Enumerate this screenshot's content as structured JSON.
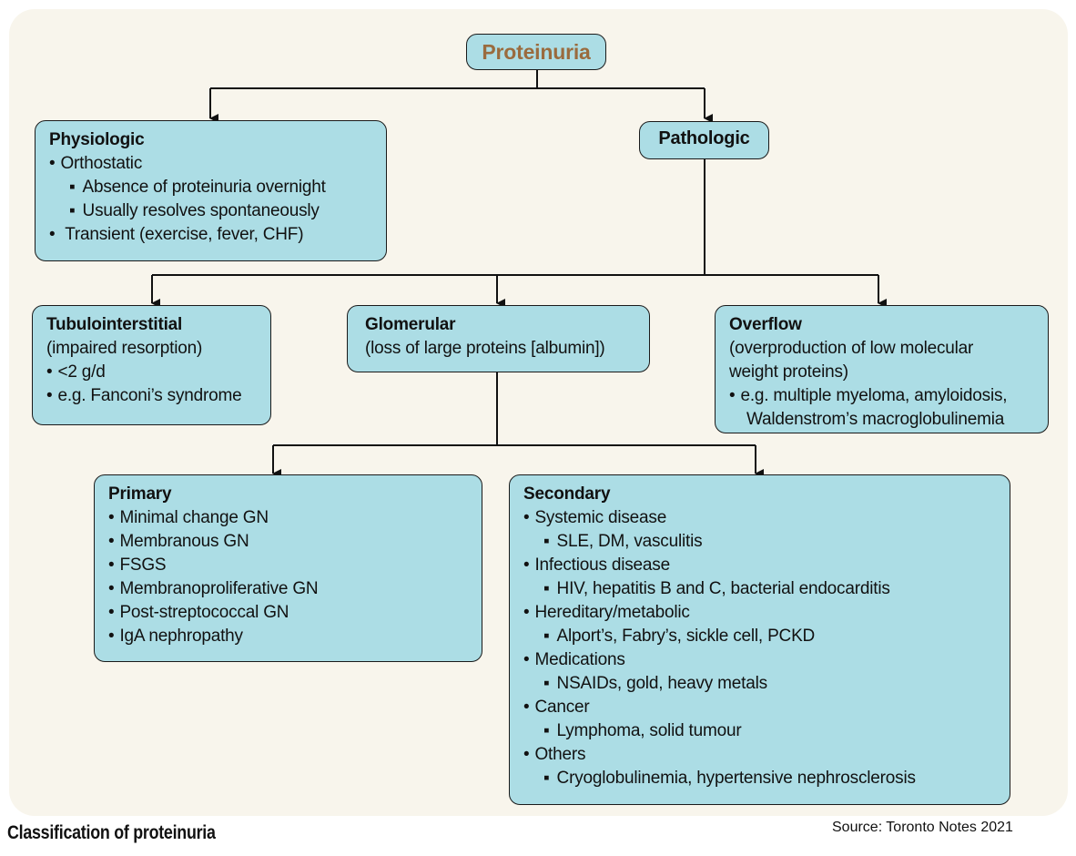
{
  "root": {
    "label": "Proteinuria",
    "color": "#9a6b3e"
  },
  "physiologic": {
    "title": "Physiologic",
    "items": [
      {
        "type": "bullet",
        "text": "Orthostatic"
      },
      {
        "type": "sub",
        "text": "Absence of proteinuria overnight"
      },
      {
        "type": "sub",
        "text": "Usually resolves spontaneously"
      },
      {
        "type": "bullet",
        "text": " Transient (exercise, fever, CHF)"
      }
    ]
  },
  "pathologic": {
    "title": "Pathologic"
  },
  "tubulointerstitial": {
    "title": "Tubulointerstitial",
    "items": [
      {
        "type": "plain",
        "text": "(impaired resorption)"
      },
      {
        "type": "bullet",
        "text": "<2 g/d"
      },
      {
        "type": "bullet",
        "text": "e.g. Fanconi’s syndrome"
      }
    ]
  },
  "glomerular": {
    "title": "Glomerular",
    "items": [
      {
        "type": "plain",
        "text": "(loss of large proteins [albumin])"
      }
    ]
  },
  "overflow": {
    "title": "Overflow",
    "items": [
      {
        "type": "plain",
        "text": "(overproduction of low molecular"
      },
      {
        "type": "plain",
        "text": "weight proteins)"
      },
      {
        "type": "bullet",
        "text": "e.g. multiple myeloma, amyloidosis,"
      },
      {
        "type": "cont",
        "text": "Waldenstrom’s macroglobulinemia"
      }
    ]
  },
  "primary": {
    "title": "Primary",
    "items": [
      {
        "type": "bullet",
        "text": "Minimal change GN"
      },
      {
        "type": "bullet",
        "text": "Membranous GN"
      },
      {
        "type": "bullet",
        "text": "FSGS"
      },
      {
        "type": "bullet",
        "text": "Membranoproliferative GN"
      },
      {
        "type": "bullet",
        "text": "Post-streptococcal GN"
      },
      {
        "type": "bullet",
        "text": "IgA nephropathy"
      }
    ]
  },
  "secondary": {
    "title": "Secondary",
    "items": [
      {
        "type": "bullet",
        "text": "Systemic disease"
      },
      {
        "type": "sub",
        "text": "SLE, DM, vasculitis"
      },
      {
        "type": "bullet",
        "text": "Infectious disease"
      },
      {
        "type": "sub",
        "text": "HIV, hepatitis B and C, bacterial endocarditis"
      },
      {
        "type": "bullet",
        "text": "Hereditary/metabolic"
      },
      {
        "type": "sub",
        "text": "Alport’s, Fabry’s, sickle cell, PCKD"
      },
      {
        "type": "bullet",
        "text": "Medications"
      },
      {
        "type": "sub",
        "text": "NSAIDs, gold, heavy metals"
      },
      {
        "type": "bullet",
        "text": "Cancer"
      },
      {
        "type": "sub",
        "text": "Lymphoma, solid tumour"
      },
      {
        "type": "bullet",
        "text": "Others"
      },
      {
        "type": "sub",
        "text": "Cryoglobulinemia, hypertensive nephrosclerosis"
      }
    ]
  },
  "caption": "Classification of proteinuria",
  "source": "Source: Toronto Notes 2021",
  "colors": {
    "box_fill": "#acdde5",
    "panel_bg": "#f8f5ec",
    "line": "#111111"
  }
}
